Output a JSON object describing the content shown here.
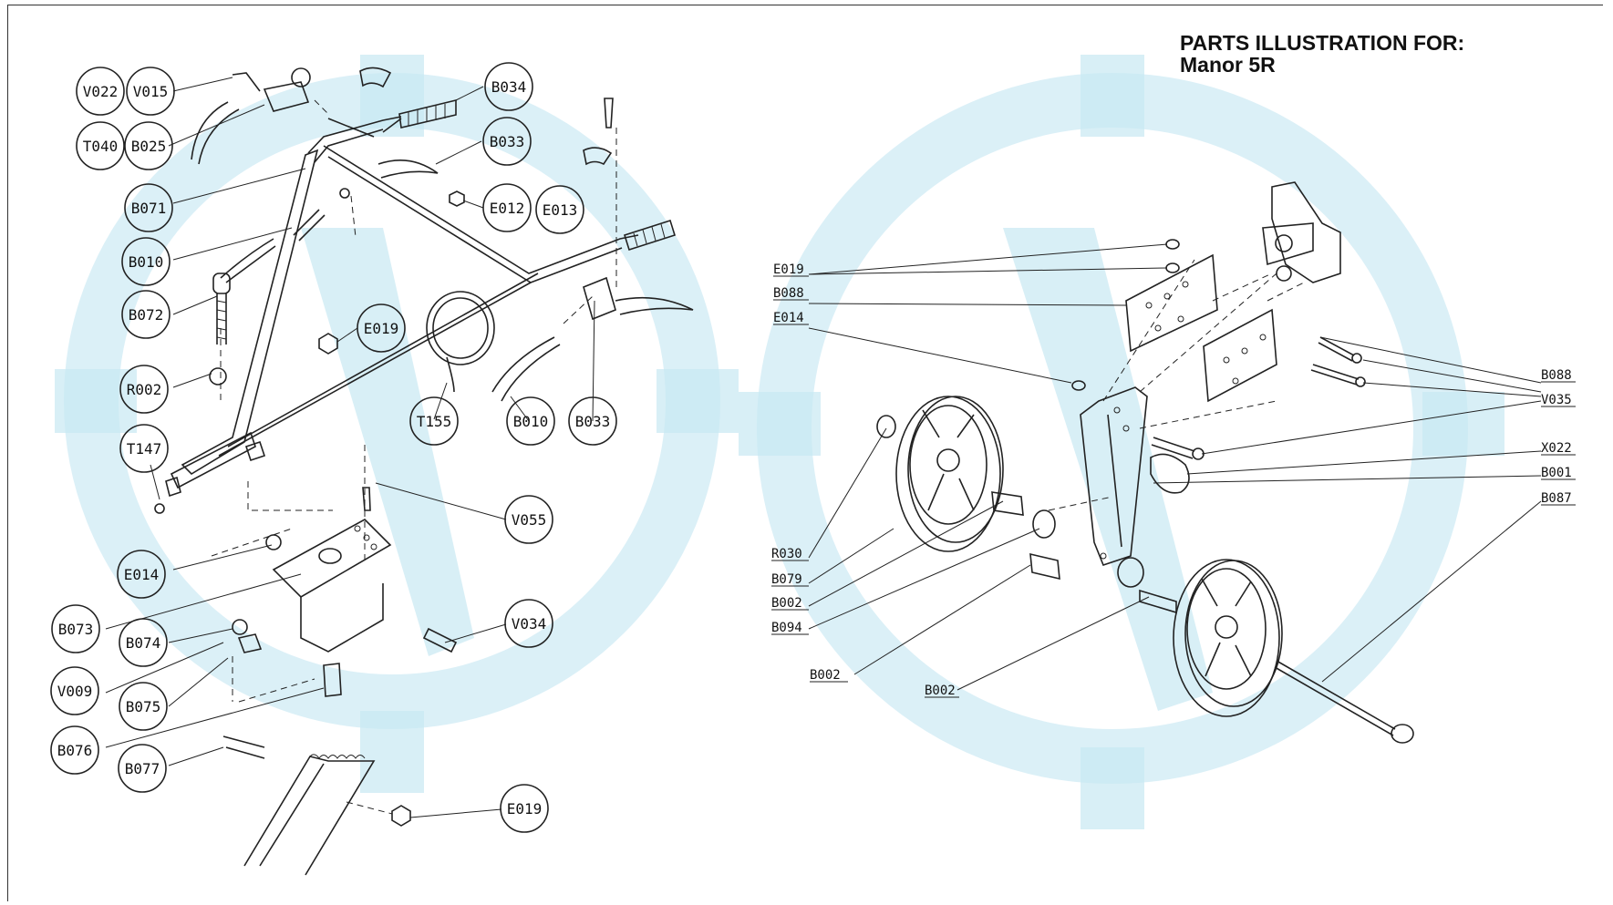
{
  "title": {
    "line1": "PARTS ILLUSTRATION FOR:",
    "line2": "Manor 5R"
  },
  "callouts_left": [
    "V022",
    "V015",
    "T040",
    "B025",
    "B034",
    "B033",
    "B071",
    "E012",
    "E013",
    "B010",
    "B072",
    "E019",
    "R002",
    "T155",
    "B010",
    "B033",
    "T147",
    "V055",
    "E014",
    "B073",
    "V034",
    "B074",
    "V009",
    "B075",
    "B076",
    "B077",
    "E019"
  ],
  "labels_right": [
    "E019",
    "B088",
    "E014",
    "B088",
    "V035",
    "X022",
    "B001",
    "B087",
    "R030",
    "B079",
    "B002",
    "B094",
    "B002",
    "B002"
  ]
}
